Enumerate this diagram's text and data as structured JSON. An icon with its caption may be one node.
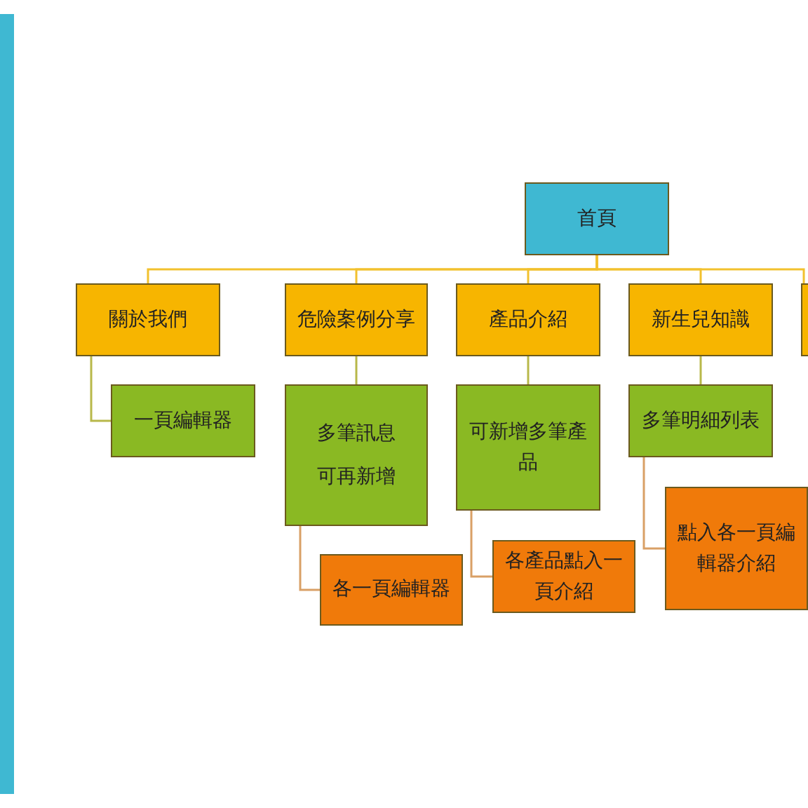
{
  "diagram": {
    "nodes": [
      {
        "text": [
          "首頁"
        ]
      },
      {
        "text": [
          "關於我們"
        ]
      },
      {
        "text": [
          "危險案例分享"
        ]
      },
      {
        "text": [
          "產品介紹"
        ]
      },
      {
        "text": [
          "新生兒知識"
        ]
      },
      {
        "text": [],
        "shape": "box"
      },
      {
        "text": [
          "一頁編輯器"
        ]
      },
      {
        "text": [
          "多筆訊息",
          "可再新增"
        ]
      },
      {
        "text": [
          "可新增多筆產品"
        ]
      },
      {
        "text": [
          "多筆明細列表"
        ]
      },
      {
        "text": [
          "各一頁編輯器"
        ]
      },
      {
        "text": [
          "各產品點入一頁介紹"
        ]
      },
      {
        "text": [
          "點入各一頁編輯器介紹"
        ]
      }
    ],
    "edges": [
      {
        "from": 0,
        "to": 1,
        "arrow": "none"
      },
      {
        "from": 0,
        "to": 2,
        "arrow": "none"
      },
      {
        "from": 0,
        "to": 3,
        "arrow": "none"
      },
      {
        "from": 0,
        "to": 4,
        "arrow": "none"
      },
      {
        "from": 0,
        "to": 5,
        "arrow": "none"
      },
      {
        "from": 1,
        "to": 6,
        "arrow": "none",
        "color": "#b8b84a"
      },
      {
        "from": 2,
        "to": 7,
        "arrow": "none",
        "color": "#b8b84a"
      },
      {
        "from": 3,
        "to": 8,
        "arrow": "none",
        "color": "#b8b84a"
      },
      {
        "from": 4,
        "to": 9,
        "arrow": "none",
        "color": "#b8b84a"
      },
      {
        "from": 7,
        "to": 10,
        "arrow": "none",
        "color": "#d9a066"
      },
      {
        "from": 8,
        "to": 11,
        "arrow": "none",
        "color": "#d9a066"
      },
      {
        "from": 9,
        "to": 12,
        "arrow": "none",
        "color": "#d9a066"
      }
    ]
  }
}
